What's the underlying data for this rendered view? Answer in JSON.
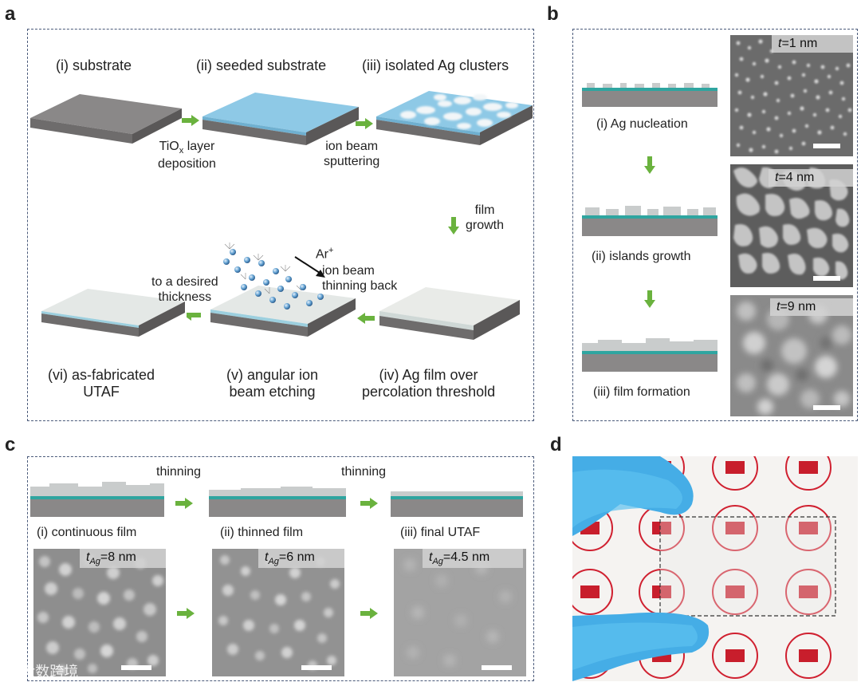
{
  "panels": {
    "a": {
      "letter": "a",
      "steps": [
        {
          "id": "i",
          "label": "(i) substrate"
        },
        {
          "id": "ii",
          "label": "(ii) seeded substrate"
        },
        {
          "id": "iii",
          "label": "(iii) isolated Ag clusters"
        },
        {
          "id": "iv",
          "label_line1": "(iv) Ag film over",
          "label_line2": "percolation threshold"
        },
        {
          "id": "v",
          "label_line1": "(v) angular ion",
          "label_line2": "beam etching"
        },
        {
          "id": "vi",
          "label_line1": "(vi) as-fabricated",
          "label_line2": "UTAF"
        }
      ],
      "process_1_line1": "TiO",
      "process_1_sub": "x",
      "process_1_rest": " layer",
      "process_1_line2": "deposition",
      "process_2_line1": "ion beam",
      "process_2_line2": "sputtering",
      "growth_line1": "film",
      "growth_line2": "growth",
      "ar_label": "Ar",
      "ar_sup": "+",
      "thin_line1": "ion beam",
      "thin_line2": "thinning back",
      "thick_line1": "to a desired",
      "thick_line2": "thickness"
    },
    "b": {
      "letter": "b",
      "stages": [
        "(i) Ag nucleation",
        "(ii) islands growth",
        "(iii) film formation"
      ],
      "sem_labels": [
        {
          "var": "t",
          "value": "=1 nm"
        },
        {
          "var": "t",
          "value": "=4 nm"
        },
        {
          "var": "t",
          "value": "=9 nm"
        }
      ]
    },
    "c": {
      "letter": "c",
      "thinning": "thinning",
      "stages": [
        "(i) continuous  film",
        "(ii) thinned film",
        "(iii) final UTAF"
      ],
      "sem_labels": [
        {
          "var": "t",
          "sub": "Ag",
          "value": "=8 nm"
        },
        {
          "var": "t",
          "sub": "Ag",
          "value": "=6 nm"
        },
        {
          "var": "t",
          "sub": "Ag",
          "value": "=4.5 nm"
        }
      ]
    },
    "d": {
      "letter": "d"
    }
  },
  "watermark": "大数跨境",
  "colors": {
    "arrow_green": "#6ab23e",
    "substrate_gray": "#7d7b7b",
    "tio_layer": "#8ec9e6",
    "teal_layer": "#2fa5a0",
    "glove_blue": "#4fb6ea",
    "seal_red": "#d02030",
    "frame_border": "#4a5a7a"
  }
}
